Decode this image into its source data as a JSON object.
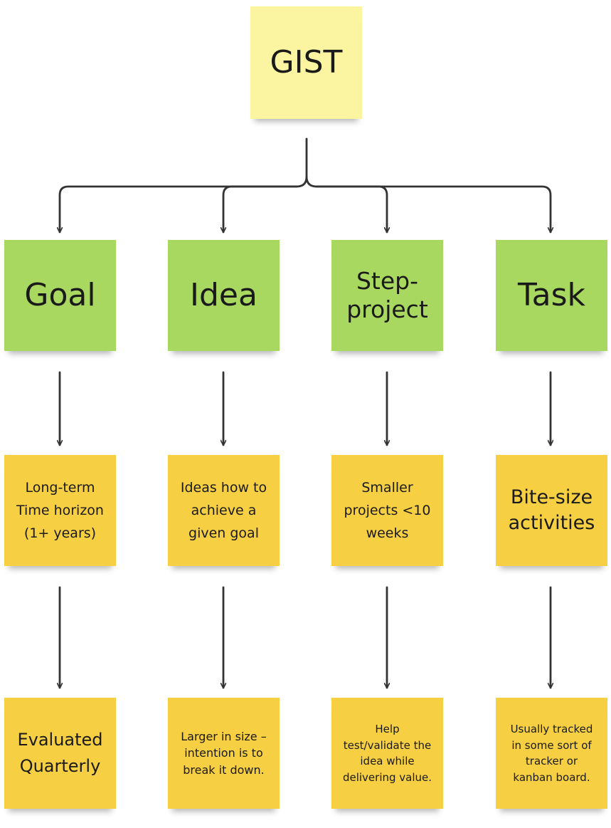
{
  "colors": {
    "gist_note": "#fbf5a1",
    "category_note": "#a8d85f",
    "detail_note": "#f6cf43",
    "arrow": "#333333"
  },
  "root": {
    "label": "GIST"
  },
  "columns": [
    {
      "title": "Goal",
      "detail": "Long-term Time horizon (1+ years)",
      "note": "Evaluated Quarterly"
    },
    {
      "title": "Idea",
      "detail": "Ideas how to achieve a given goal",
      "note": "Larger in size – intention is to break it down."
    },
    {
      "title": "Step-project",
      "detail": "Smaller projects <10 weeks",
      "note": "Help test/validate the idea while delivering value."
    },
    {
      "title": "Task",
      "detail": "Bite-size activities",
      "note": "Usually tracked in some sort of tracker or kanban board."
    }
  ]
}
